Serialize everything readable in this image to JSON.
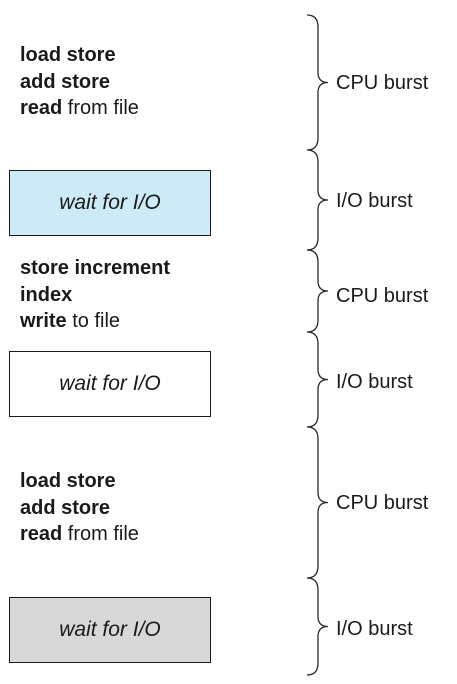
{
  "blocks": [
    {
      "kind": "cpu",
      "lines": [
        {
          "kw": "load store",
          "rest": ""
        },
        {
          "kw": "add store",
          "rest": ""
        },
        {
          "kw": "read",
          "rest": " from file"
        }
      ],
      "label": "CPU burst"
    },
    {
      "kind": "io",
      "text": "wait for I/O",
      "fill": "#cdeaf7",
      "label": "I/O burst"
    },
    {
      "kind": "cpu",
      "lines": [
        {
          "kw": "store increment",
          "rest": ""
        },
        {
          "kw": "index",
          "rest": ""
        },
        {
          "kw": "write",
          "rest": " to file"
        }
      ],
      "label": "CPU burst"
    },
    {
      "kind": "io",
      "text": "wait for I/O",
      "fill": "#ffffff",
      "label": "I/O burst"
    },
    {
      "kind": "cpu",
      "lines": [
        {
          "kw": "load store",
          "rest": ""
        },
        {
          "kw": "add store",
          "rest": ""
        },
        {
          "kw": "read",
          "rest": " from file"
        }
      ],
      "label": "CPU burst"
    },
    {
      "kind": "io",
      "text": "wait for I/O",
      "fill": "#d8d8d8",
      "label": "I/O burst"
    }
  ]
}
